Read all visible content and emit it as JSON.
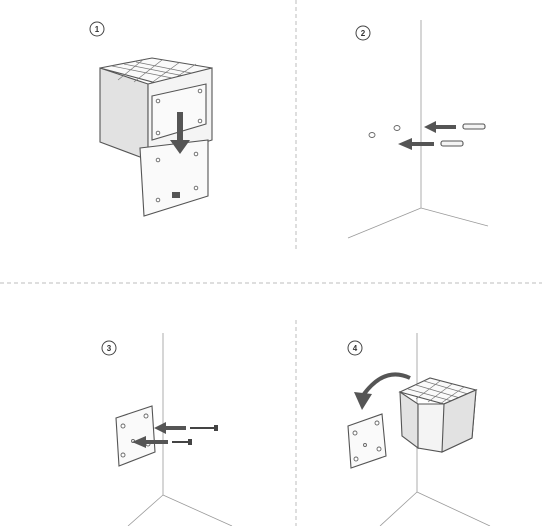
{
  "steps": [
    {
      "number": "1"
    },
    {
      "number": "2"
    },
    {
      "number": "3"
    },
    {
      "number": "4"
    }
  ],
  "colors": {
    "line": "#9a9a9a",
    "divider": "#bdbdbd",
    "outline": "#555555",
    "arrow": "#555555"
  }
}
